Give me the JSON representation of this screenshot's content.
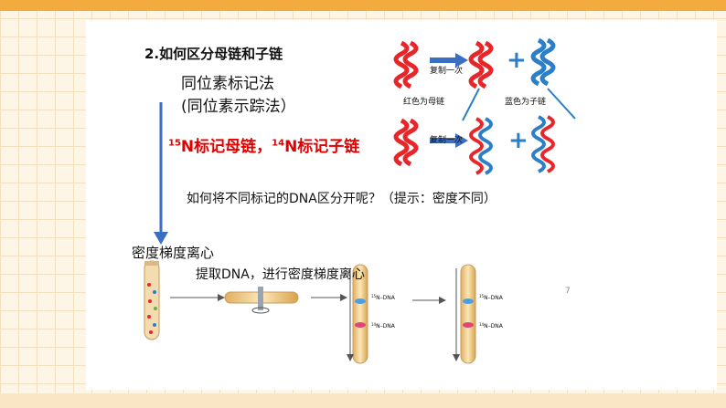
{
  "heading": {
    "number": "2.",
    "text": "如何区分母链和子链"
  },
  "method": {
    "name": "同位素标记法",
    "alt": "(同位素示踪法）"
  },
  "labeling": {
    "parent_sup": "15",
    "parent_text": "N标记母链，",
    "child_sup": "14",
    "child_text": "N标记子链"
  },
  "diagram": {
    "replicate_label_top": "复制一次",
    "replicate_label_bottom": "复制一次",
    "red_parent": "红色为母链",
    "blue_child": "蓝色为子链",
    "plus": "+"
  },
  "question": "如何将不同标记的DNA区分开呢？（提示：密度不同）",
  "centrifuge_title": "密度梯度离心",
  "extract_text": "提取DNA，进行密度梯度离心",
  "tube_labels": {
    "heavy_sup": "15",
    "heavy_text": "N–DNA",
    "light_sup": "14",
    "light_text": "N–DNA"
  },
  "page_number": "7",
  "colors": {
    "accent_orange": "#f3aa3e",
    "red_strand": "#e8262a",
    "blue_strand": "#2a7fc8",
    "arrow_blue": "#3a6fc4"
  }
}
